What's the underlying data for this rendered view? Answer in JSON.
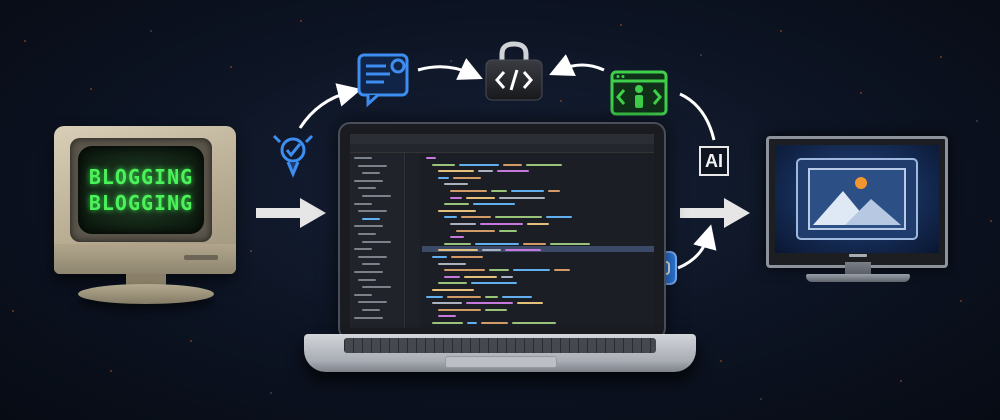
{
  "crt": {
    "line1": "BLOGGING",
    "line2": "BLOGGING",
    "text_color": "#4bf25a"
  },
  "ai_badge": {
    "label": "AI"
  },
  "icons": [
    "rocket-icon",
    "document-icon",
    "code-lock-icon",
    "developer-browser-icon",
    "chat-bubble-icon",
    "image-icon"
  ],
  "colors": {
    "background": "#0c1322",
    "accent_blue": "#3d8ef0",
    "accent_green": "#3fcf4a",
    "arrow_white": "#e6e6e6"
  }
}
